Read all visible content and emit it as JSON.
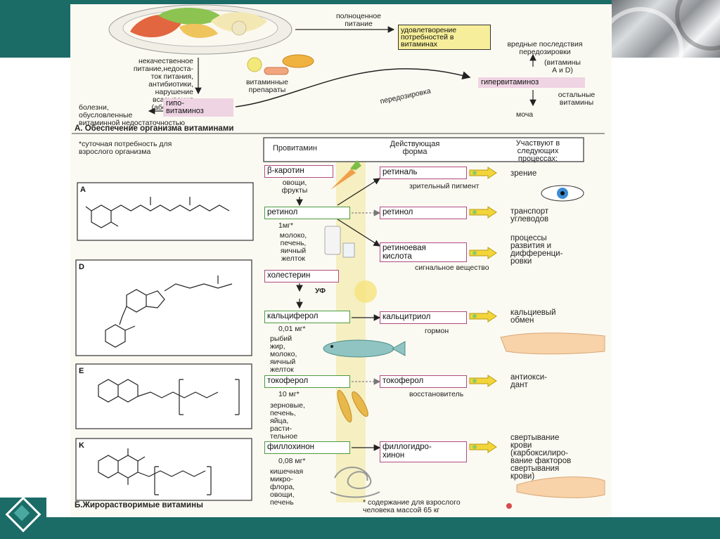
{
  "slide": {
    "top_section": {
      "full_nutrition": "полноценное\nпитание",
      "requirement_box": "удовлетворение\nпотребностей в\nвитаминах",
      "overdose_consequences": "вредные последствия\nпередозировки",
      "vitamins_a_d": "(витамины\nА и D)",
      "hypervitaminosis": "гипервитаминоз",
      "other_vitamins": "остальные\nвитамины",
      "urine": "моча",
      "overdose": "передозировка",
      "vitamin_preparations": "витаминные\nпрепараты",
      "poor_nutrition": "некачественное\nпитание,недоста-\nток питания,\nантибиотики,\nнарушение\nвсасывания\n(абсорбции)",
      "hypovitaminosis": "гипо-\nвитаминоз",
      "deficiency_diseases": "болезни,\nобусловленные\nвитаминной недостаточностью",
      "section_a_title": "А. Обеспечение организма витаминами"
    },
    "table_header": {
      "daily_need_note": "*суточная потребность для\nвзрослого организма",
      "provitamin": "Провитамин",
      "active_form": "Действующая\nформа",
      "processes": "Участвуют в\nследующих\nпроцессах:"
    },
    "vitamin_a": {
      "letter": "A",
      "carotene": "β-каротин",
      "carotene_source": "овощи,\nфрукты",
      "retinol": "ретинол",
      "dose": "1мг*",
      "retinol_source": "молоко,\nпечень,\nяичный\nжелток",
      "retinal": "ретиналь",
      "retinal_note": "зрительный пигмент",
      "retinol_active": "ретинол",
      "retinoic_acid": "ретиноевая\nкислота",
      "retinoic_note": "сигнальное вещество",
      "vision": "зрение",
      "carb_transport": "транспорт\nуглеводов",
      "development": "процессы\nразвития и\nдифференци-\nровки"
    },
    "vitamin_d": {
      "letter": "D",
      "cholesterol": "холестерин",
      "uv": "УФ",
      "calciferol": "кальциферол",
      "dose": "0,01 мг*",
      "source": "рыбий\nжир,\nмолоко,\nяичный\nжелток",
      "calcitriol": "кальцитриол",
      "calcitriol_note": "гормон",
      "calcium_exchange": "кальциевый\nобмен"
    },
    "vitamin_e": {
      "letter": "E",
      "tocopherol": "токоферол",
      "dose": "10 мг*",
      "source": "зерновые,\nпечень,\nяйца,\nрасти-\nтельное\nмасло",
      "tocopherol_active": "токоферол",
      "tocopherol_note": "восстановитель",
      "antioxidant": "антиокси-\nдант"
    },
    "vitamin_k": {
      "letter": "K",
      "phylloquinone": "филлохинон",
      "dose": "0,08 мг*",
      "source": "кишечная\nмикро-\nфлора,\nовощи,\nпечень",
      "phyllohydroquinone": "филлогидро-\nхинон",
      "coagulation": "свертывание\nкрови\n(карбоксилиро-\nвание факторов\nсвертывания\nкрови)"
    },
    "section_b_title": "Б.Жирорастворимые витамины",
    "footnote": "* содержание для взрослого\nчеловека массой 65 кг"
  },
  "colors": {
    "teal": "#1b6b67",
    "pink_border": "#b04a82",
    "green_border": "#4c9a3e",
    "yellow_band": "#f6efc1"
  }
}
